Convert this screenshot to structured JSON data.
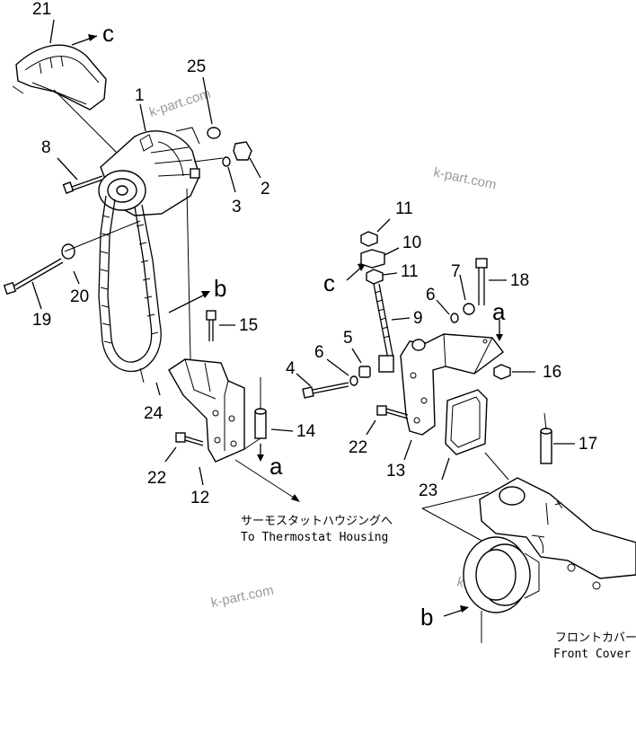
{
  "parts": {
    "p1": "1",
    "p2": "2",
    "p3": "3",
    "p4": "4",
    "p5": "5",
    "p6a": "6",
    "p6b": "6",
    "p7": "7",
    "p8": "8",
    "p9": "9",
    "p10": "10",
    "p11a": "11",
    "p11b": "11",
    "p12": "12",
    "p13": "13",
    "p14": "14",
    "p15": "15",
    "p16": "16",
    "p17": "17",
    "p18": "18",
    "p19": "19",
    "p20": "20",
    "p21": "21",
    "p22a": "22",
    "p22b": "22",
    "p23": "23",
    "p24": "24",
    "p25": "25"
  },
  "refs": {
    "c_top": "c",
    "c_mid": "c",
    "b_mid": "b",
    "b_low": "b",
    "a_left": "a",
    "a_right": "a"
  },
  "notes": {
    "thermo_jp": "サーモスタットハウジングへ",
    "thermo_en": "To Thermostat Housing",
    "front_jp": "フロントカバー",
    "front_en": "Front Cover"
  },
  "watermarks": [
    "k-part.com",
    "k-part.com",
    "k-part.com",
    "k-part.com"
  ]
}
